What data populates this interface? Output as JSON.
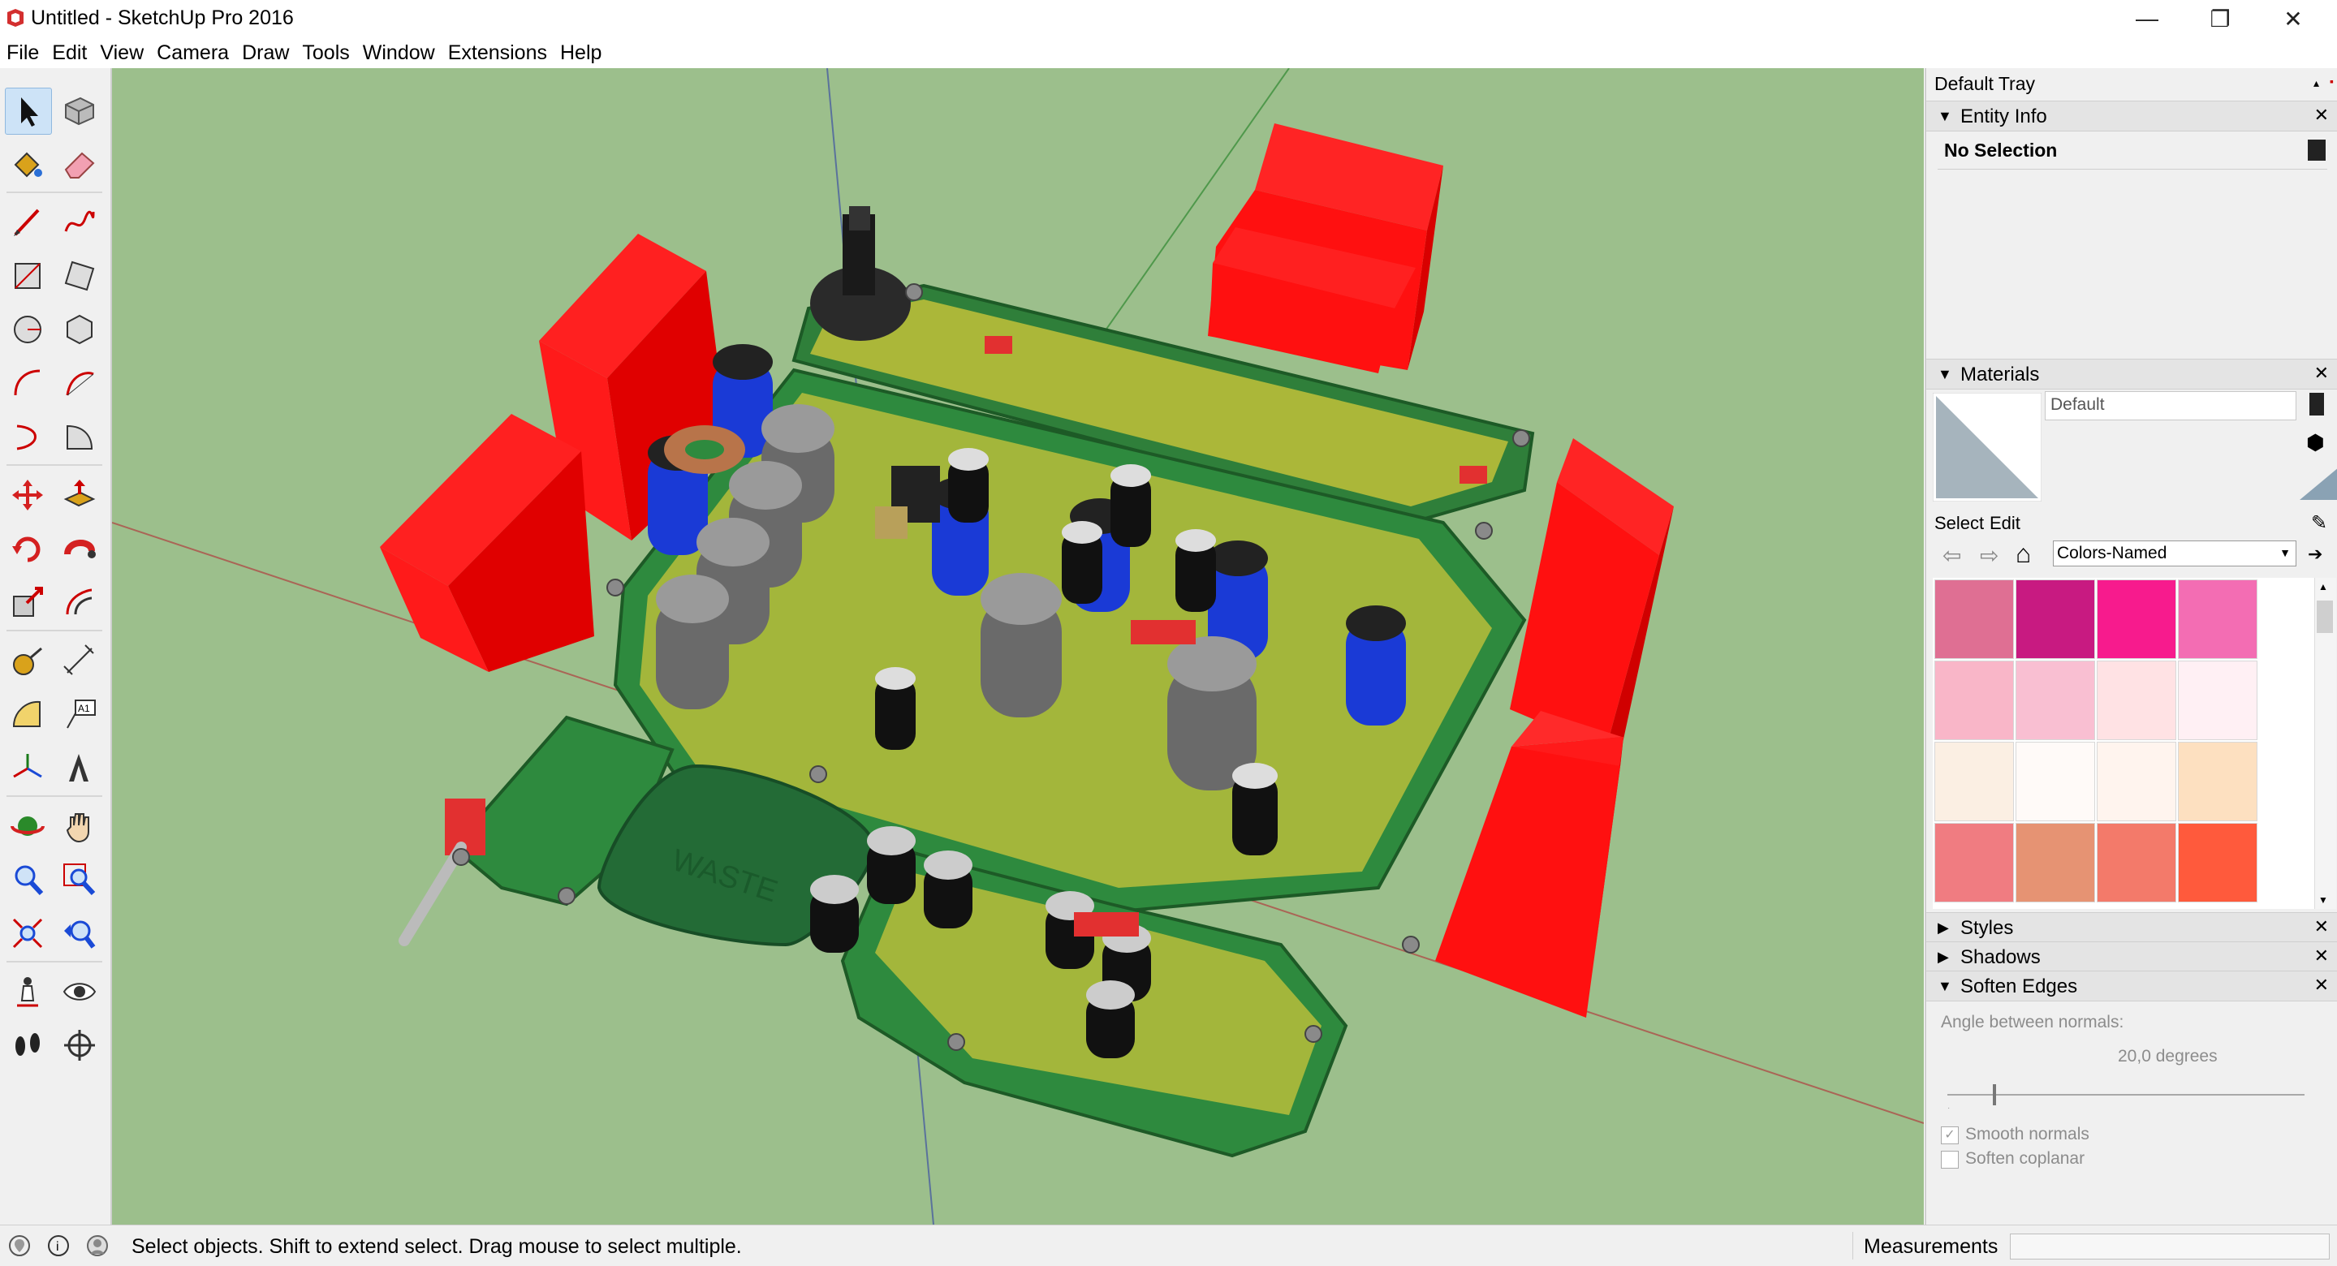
{
  "window": {
    "title": "Untitled - SketchUp Pro 2016",
    "controls": {
      "minimize": "—",
      "maximize": "❐",
      "close": "✕"
    }
  },
  "menu": [
    "File",
    "Edit",
    "View",
    "Camera",
    "Draw",
    "Tools",
    "Window",
    "Extensions",
    "Help"
  ],
  "viewport": {
    "label_waste": "WASTE",
    "colors": {
      "background": "#9cbf8c",
      "pcb": "#2e8a3e",
      "board_yellow": "#d6c93a",
      "blocks": "#ff1010"
    }
  },
  "tray": {
    "title": "Default Tray",
    "entity_info": {
      "label": "Entity Info",
      "selection": "No Selection"
    },
    "materials": {
      "label": "Materials",
      "material_name": "Default",
      "tab_select": "Select",
      "tab_edit": "Edit",
      "collection": "Colors-Named",
      "swatches": [
        "#df6f93",
        "#c81a81",
        "#f71b8d",
        "#f36db3",
        "#f9b6c8",
        "#f9bfd2",
        "#ffe2e4",
        "#fff0f4",
        "#fbefe3",
        "#fffaf8",
        "#fff4ee",
        "#fde0c0",
        "#f07c81",
        "#e69373",
        "#f37a6a",
        "#ff5a3c"
      ]
    },
    "styles": "Styles",
    "shadows": "Shadows",
    "soften_edges": {
      "label": "Soften Edges",
      "angle_label": "Angle between normals:",
      "angle_value": "20,0  degrees",
      "smooth_normals": "Smooth normals",
      "soften_coplanar": "Soften coplanar"
    }
  },
  "status": {
    "text": "Select objects. Shift to extend select. Drag mouse to select multiple.",
    "measurements_label": "Measurements",
    "measurements_value": ""
  }
}
